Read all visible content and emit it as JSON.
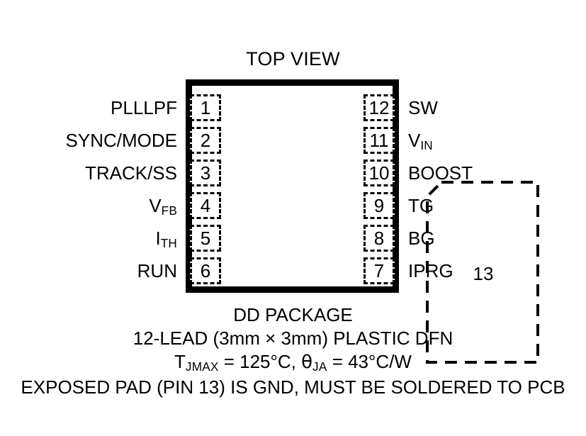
{
  "title": "TOP VIEW",
  "package": {
    "border_color": "#000000",
    "background_color": "#ffffff"
  },
  "exposed_pad": {
    "number": "13",
    "name": "exposed-pad"
  },
  "pins": {
    "left": [
      {
        "number": "1",
        "label": "PLLLPF",
        "sub": ""
      },
      {
        "number": "2",
        "label": "SYNC/MODE",
        "sub": ""
      },
      {
        "number": "3",
        "label": "TRACK/SS",
        "sub": ""
      },
      {
        "number": "4",
        "label": "V",
        "sub": "FB"
      },
      {
        "number": "5",
        "label": "I",
        "sub": "TH"
      },
      {
        "number": "6",
        "label": "RUN",
        "sub": ""
      }
    ],
    "right": [
      {
        "number": "12",
        "label": "SW",
        "sub": ""
      },
      {
        "number": "11",
        "label": "V",
        "sub": "IN"
      },
      {
        "number": "10",
        "label": "BOOST",
        "sub": ""
      },
      {
        "number": "9",
        "label": "TG",
        "sub": ""
      },
      {
        "number": "8",
        "label": "BG",
        "sub": ""
      },
      {
        "number": "7",
        "label": "IPRG",
        "sub": ""
      }
    ]
  },
  "caption": {
    "line1": "DD PACKAGE",
    "line2": "12-LEAD (3mm × 3mm) PLASTIC DFN",
    "line3": {
      "t_symbol": "T",
      "t_sub": "JMAX",
      "t_value": " = 125°C, ",
      "theta_symbol": "θ",
      "theta_sub": "JA",
      "theta_value": " = 43°C/W"
    },
    "line4": "EXPOSED PAD (PIN 13) IS GND, MUST BE SOLDERED TO PCB"
  }
}
